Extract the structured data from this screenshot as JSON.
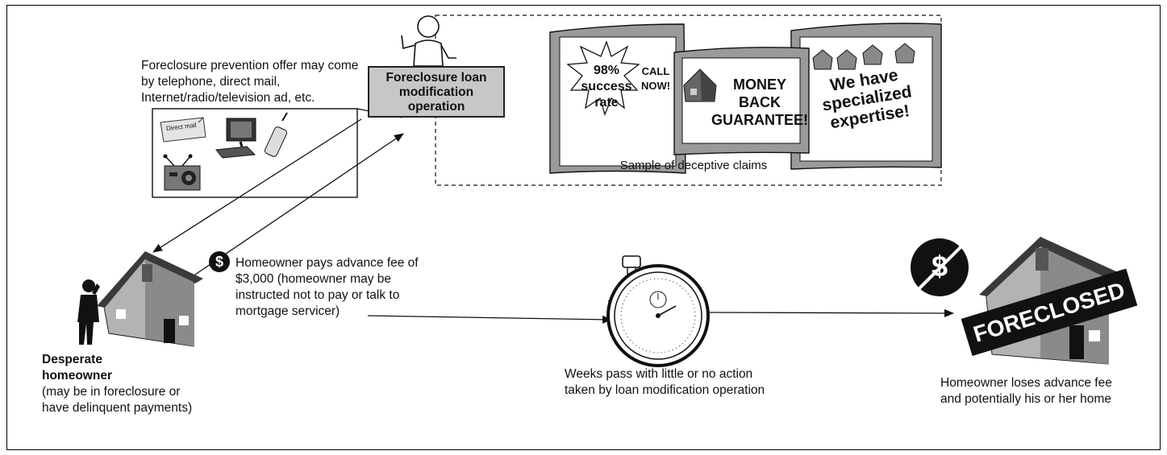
{
  "operation": {
    "title": "Foreclosure loan modification operation"
  },
  "offer_text": "Foreclosure prevention offer may come by telephone, direct mail, Internet/radio/television ad, etc.",
  "offer_channels": {
    "direct_mail_label": "Direct mail",
    "icons": [
      "mail-icon",
      "computer-icon",
      "phone-icon",
      "radio-icon"
    ]
  },
  "claims": {
    "caption": "Sample of deceptive claims",
    "screen1": {
      "burst": "98% success rate",
      "call": "CALL NOW!"
    },
    "screen2": {
      "text": "MONEY BACK GUARANTEE!"
    },
    "screen3": {
      "text": "We have specialized expertise!"
    }
  },
  "homeowner": {
    "title": "Desperate homeowner",
    "detail": "(may be in foreclosure or have delinquent payments)"
  },
  "payment": {
    "symbol": "$",
    "text": "Homeowner pays advance fee of $3,000 (homeowner may be instructed not to pay or talk to mortgage servicer)"
  },
  "wait": {
    "text": "Weeks pass with little or no action taken by loan modification operation"
  },
  "outcome": {
    "symbol": "$",
    "banner": "FORECLOSED",
    "text": "Homeowner loses advance fee and potentially his or her home"
  },
  "colors": {
    "box_fill": "#c7c7c7",
    "screen_fill": "#9a9a9a",
    "house_dark": "#4a4a4a",
    "house_mid": "#8a8a8a",
    "house_light": "#b3b3b3"
  }
}
